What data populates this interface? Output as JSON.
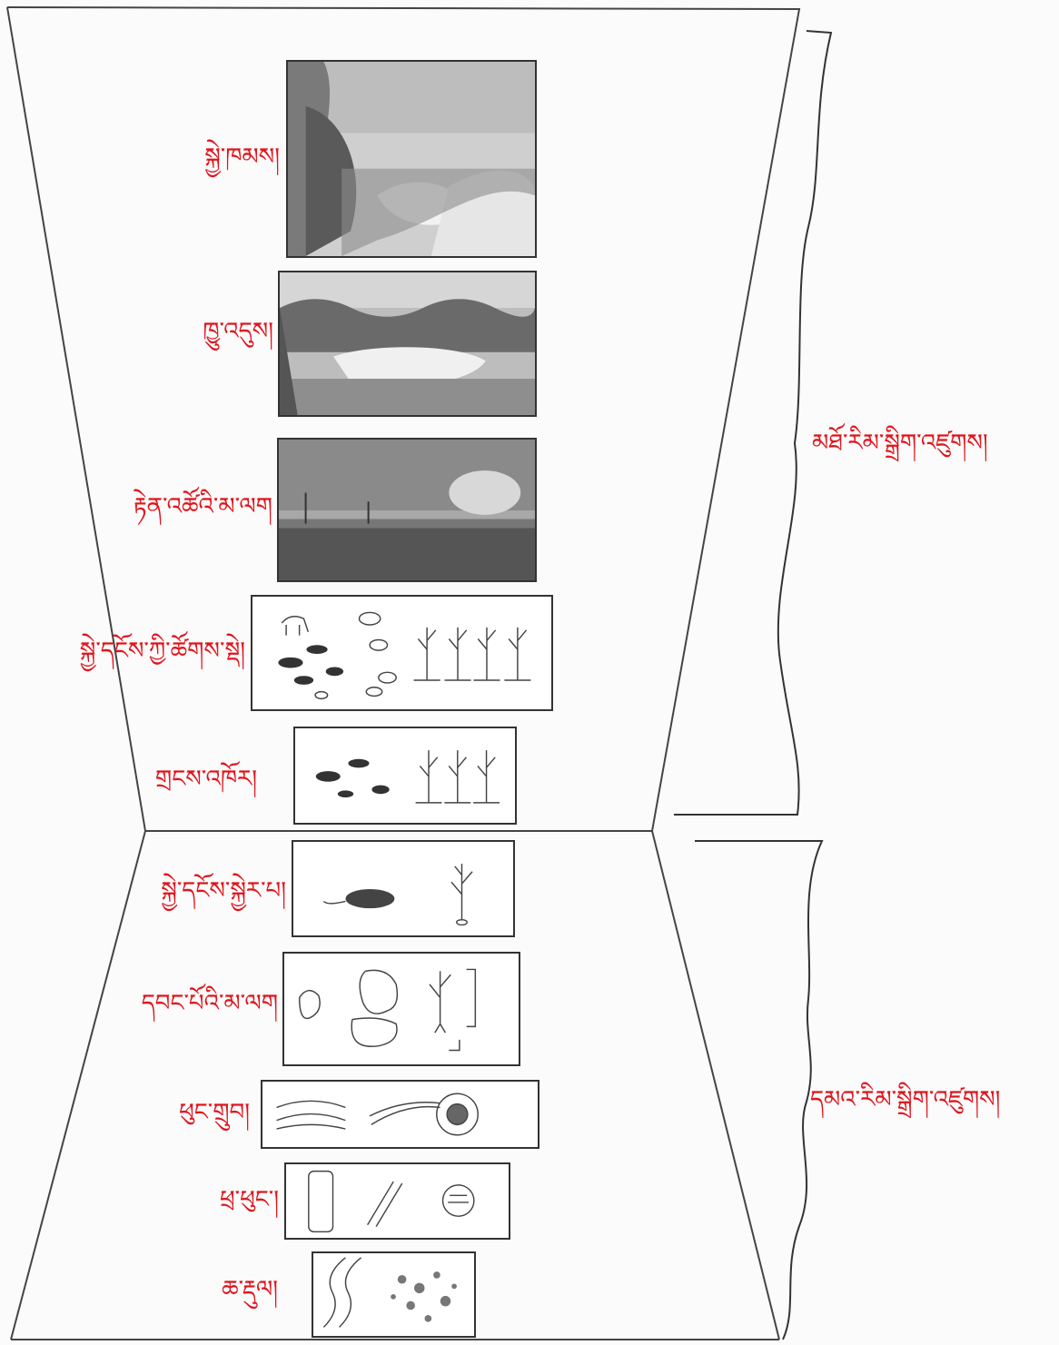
{
  "levels": [
    {
      "key": "biosphere",
      "label": "སྐྱེ་ཁམས།"
    },
    {
      "key": "ecosystem",
      "label": "ཁྱུ་འདུས།"
    },
    {
      "key": "community",
      "label": "རྟེན་འཚོའི་མ་ལག"
    },
    {
      "key": "population",
      "label": "སྐྱེ་དངོས་ཀྱི་ཚོགས་སྡེ།"
    },
    {
      "key": "species",
      "label": "གྲངས་འཁོར།"
    },
    {
      "key": "organism",
      "label": "སྐྱེ་དངོས་སྐྱེར་པ།"
    },
    {
      "key": "organ_system",
      "label": "དབང་པོའི་མ་ལག"
    },
    {
      "key": "tissue",
      "label": "ཕུང་གྲུབ།"
    },
    {
      "key": "cell",
      "label": "ཕྲ་ཕུང་།"
    },
    {
      "key": "molecule",
      "label": "ཆ་རྡུལ།"
    }
  ],
  "brackets": {
    "upper": "མཐོ་རིམ་སྒྲིག་འཛུགས།",
    "lower": "དམའ་རིམ་སྒྲིག་འཛུགས།"
  },
  "colors": {
    "label": "#e0141c",
    "line": "#333333"
  }
}
